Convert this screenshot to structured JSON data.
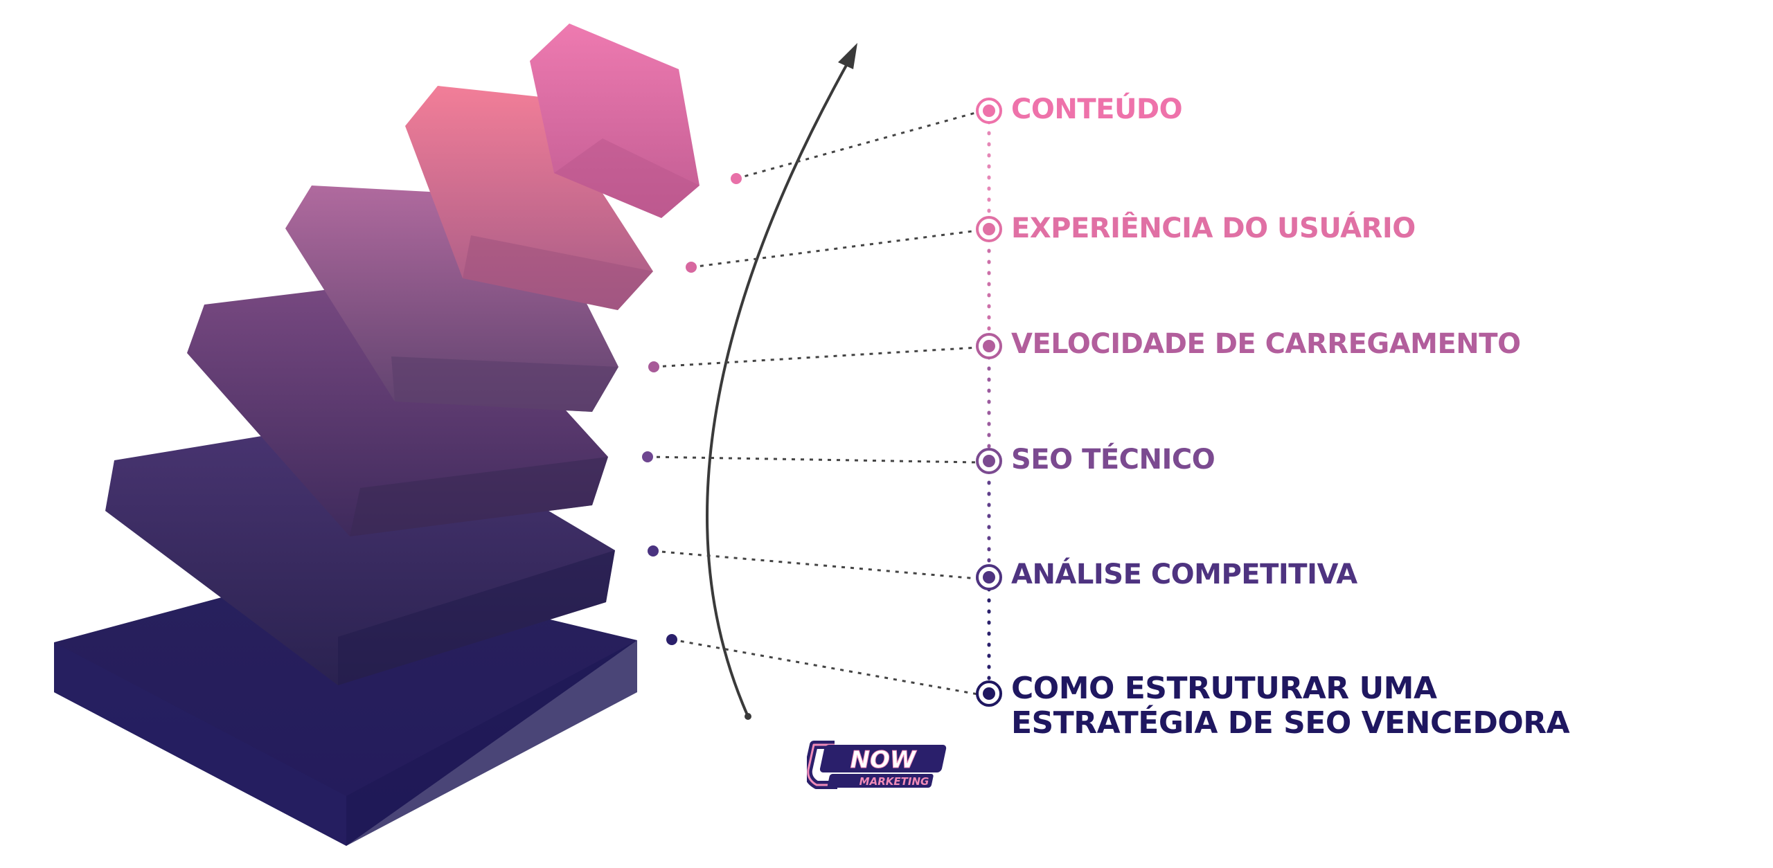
{
  "diagram": {
    "steps": [
      {
        "label": "CONTEÚDO",
        "color": "#EE72AA"
      },
      {
        "label": "EXPERIÊNCIA DO USUÁRIO",
        "color": "#E070A4"
      },
      {
        "label": "VELOCIDADE DE CARREGAMENTO",
        "color": "#B25E9C"
      },
      {
        "label": "SEO TÉCNICO",
        "color": "#7B4A90"
      },
      {
        "label": "ANÁLISE COMPETITIVA",
        "color": "#4E3380"
      }
    ],
    "main_step": {
      "line1": "COMO ESTRUTURAR UMA",
      "line2": "ESTRATÉGIA DE SEO VENCEDORA",
      "color": "#1F1760"
    }
  },
  "logo": {
    "text_main": "NOW",
    "text_sub": "MARKETING",
    "colors": {
      "primary": "#2A1F6B",
      "accent": "#F08BB8"
    }
  },
  "colors": {
    "arrow": "#3A3A3A",
    "connector": "#444444"
  }
}
